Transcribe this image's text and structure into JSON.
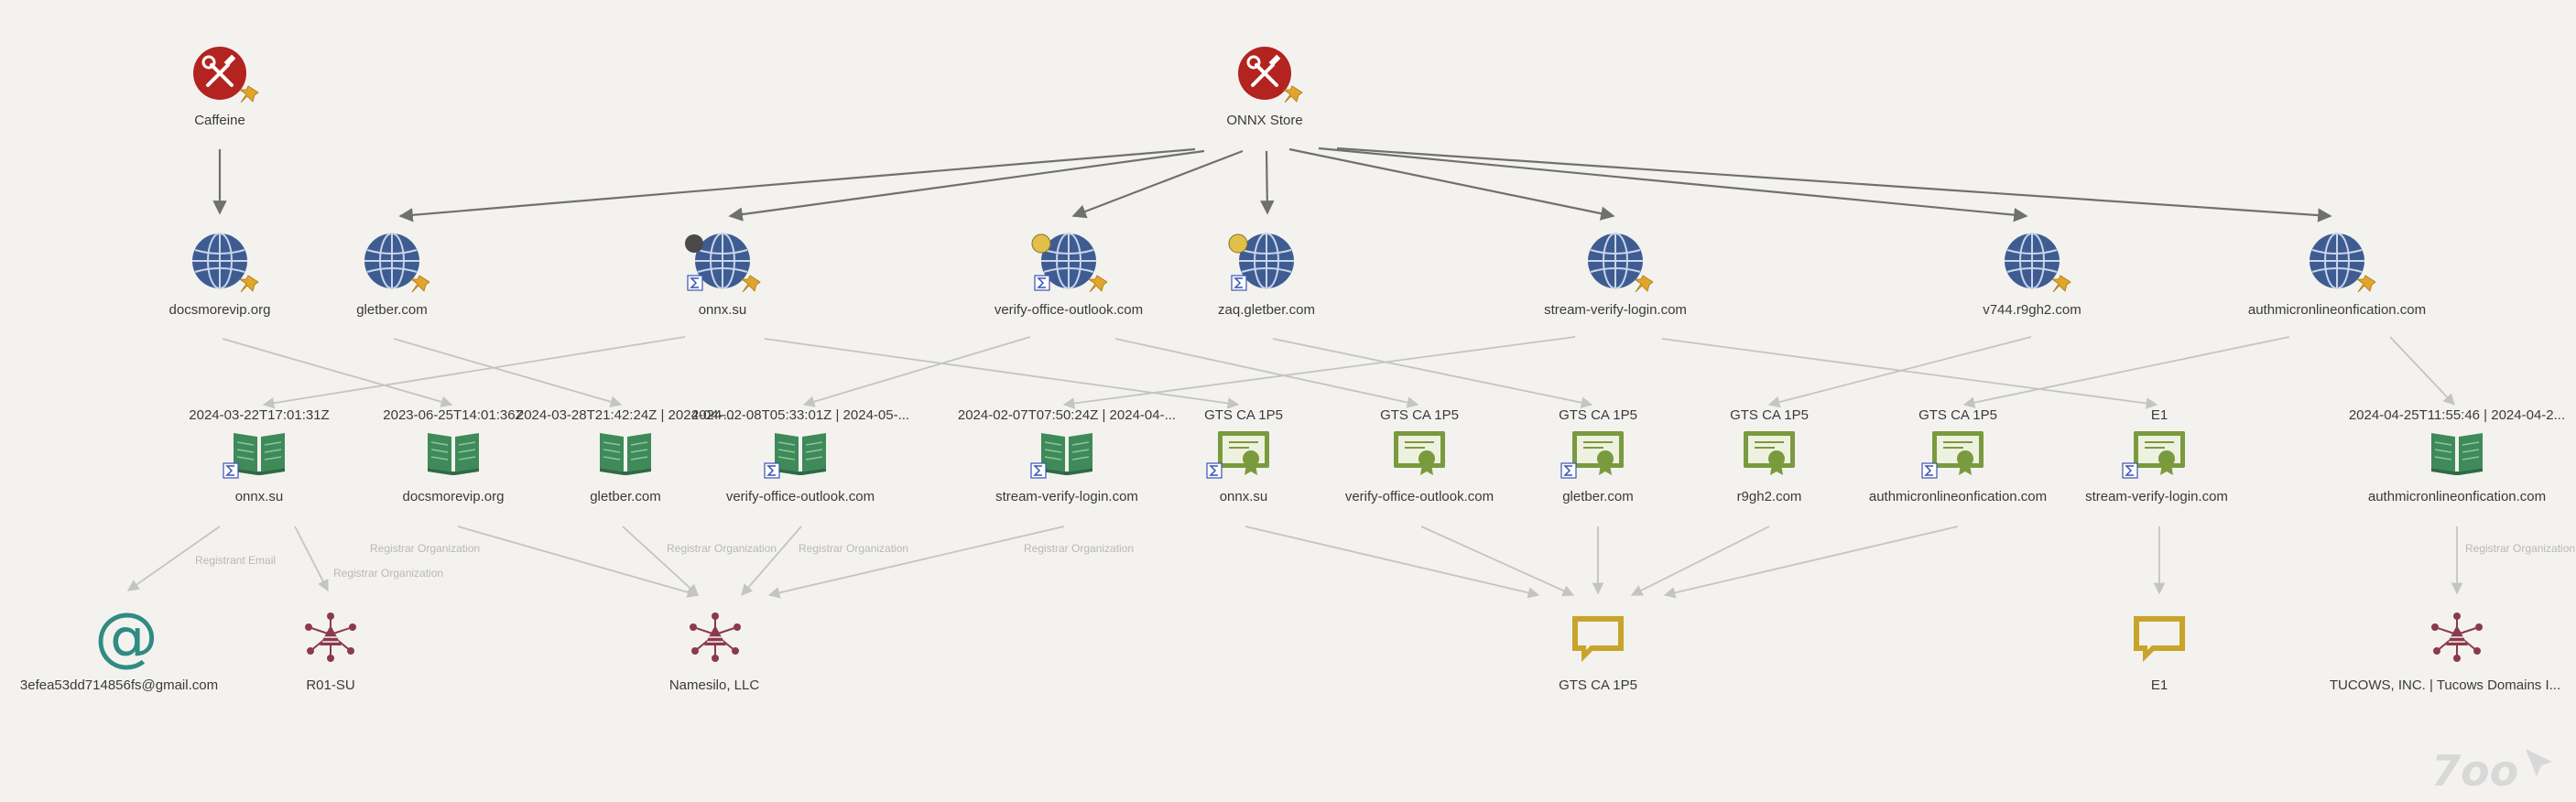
{
  "colors": {
    "background": "#f3f2ee",
    "malware": "#b3231f",
    "domain": "#3e5c92",
    "whois": "#3f8a59",
    "certificate": "#7a9a3e",
    "issuer": "#c9a42a",
    "email": "#2f8b83",
    "registrar": "#8b3a4a",
    "edge": "#707070",
    "edge_light": "#c4c4c4"
  },
  "watermark": "7oo",
  "nodes": {
    "caffeine": {
      "label": "Caffeine",
      "icon": "tools-icon"
    },
    "onnx_store": {
      "label": "ONNX Store",
      "icon": "tools-icon"
    },
    "dom_docsmorevip": {
      "label": "docsmorevip.org",
      "icon": "globe-icon"
    },
    "dom_gletber": {
      "label": "gletber.com",
      "icon": "globe-icon"
    },
    "dom_onnx": {
      "label": "onnx.su",
      "icon": "globe-icon"
    },
    "dom_verify_office": {
      "label": "verify-office-outlook.com",
      "icon": "globe-icon"
    },
    "dom_zaq": {
      "label": "zaq.gletber.com",
      "icon": "globe-icon"
    },
    "dom_stream_verify": {
      "label": "stream-verify-login.com",
      "icon": "globe-icon"
    },
    "dom_v744": {
      "label": "v744.r9gh2.com",
      "icon": "globe-icon"
    },
    "dom_authmicron": {
      "label": "authmicronlineonfication.com",
      "icon": "globe-icon"
    },
    "w_onnx": {
      "title": "2024-03-22T17:01:31Z",
      "label": "onnx.su",
      "icon": "book-icon"
    },
    "w_docsmorevip": {
      "title": "2023-06-25T14:01:36Z",
      "label": "docsmorevip.org",
      "icon": "book-icon"
    },
    "w_gletber": {
      "title": "2024-03-28T21:42:24Z | 2024-04-...",
      "label": "gletber.com",
      "icon": "book-icon"
    },
    "w_verify_office": {
      "title": "2024-02-08T05:33:01Z | 2024-05-...",
      "label": "verify-office-outlook.com",
      "icon": "book-icon"
    },
    "w_stream_verify": {
      "title": "2024-02-07T07:50:24Z | 2024-04-...",
      "label": "stream-verify-login.com",
      "icon": "book-icon"
    },
    "c_onnx": {
      "title": "GTS CA 1P5",
      "label": "onnx.su",
      "icon": "certificate-icon"
    },
    "c_verify_office": {
      "title": "GTS CA 1P5",
      "label": "verify-office-outlook.com",
      "icon": "certificate-icon"
    },
    "c_gletber": {
      "title": "GTS CA 1P5",
      "label": "gletber.com",
      "icon": "certificate-icon"
    },
    "c_r9gh2": {
      "title": "GTS CA 1P5",
      "label": "r9gh2.com",
      "icon": "certificate-icon"
    },
    "c_authmicron": {
      "title": "GTS CA 1P5",
      "label": "authmicronlineonfication.com",
      "icon": "certificate-icon"
    },
    "c_stream_verify": {
      "title": "E1",
      "label": "stream-verify-login.com",
      "icon": "certificate-icon"
    },
    "w_authmicron": {
      "title": "2024-04-25T11:55:46 | 2024-04-2...",
      "label": "authmicronlineonfication.com",
      "icon": "book-icon"
    },
    "email": {
      "label": "3efea53dd714856fs@gmail.com",
      "icon": "at-sign-icon"
    },
    "r01": {
      "label": "R01-SU",
      "icon": "registrar-icon"
    },
    "namesilo": {
      "label": "Namesilo, LLC",
      "icon": "registrar-icon"
    },
    "gts_issuer": {
      "label": "GTS CA 1P5",
      "icon": "speech-bubble-icon"
    },
    "e1_issuer": {
      "label": "E1",
      "icon": "speech-bubble-icon"
    },
    "tucows": {
      "label": "TUCOWS, INC. | Tucows Domains I...",
      "icon": "registrar-icon"
    }
  },
  "edge_labels": {
    "registrant_email": "Registrant Email",
    "registrar_org": "Registrar Organization"
  }
}
